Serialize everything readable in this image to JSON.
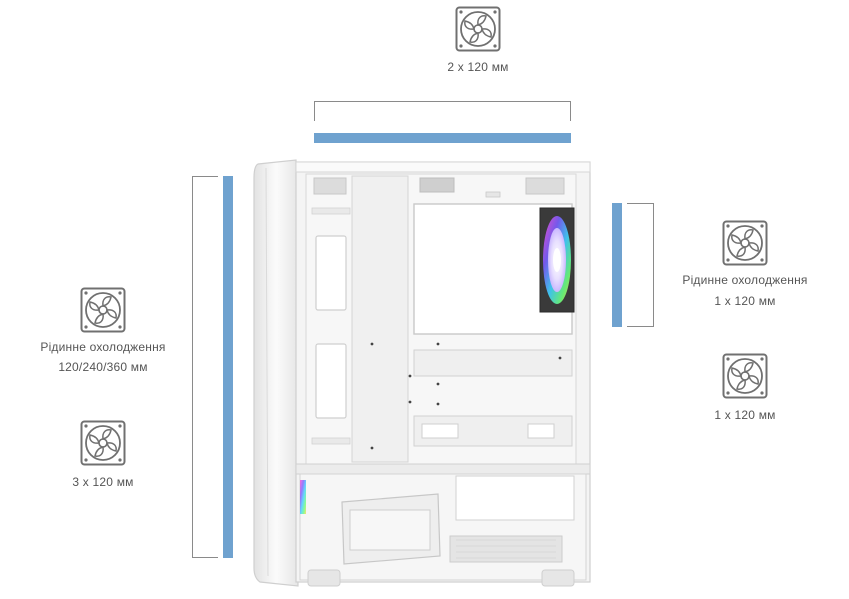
{
  "colors": {
    "accent_bar": "#6fa2cf",
    "bracket": "#8a8a8a",
    "icon": "#707070",
    "text": "#555555",
    "case_body": "#f3f3f3",
    "case_edge": "#d2d2d2"
  },
  "icons": {
    "top_fan": "fan-icon",
    "side_radiator_fan": "fan-icon",
    "side_front_fan": "fan-icon",
    "right_top_fan": "fan-icon",
    "right_bottom_fan": "fan-icon"
  },
  "labels": {
    "top": "2 x 120 мм",
    "left_radiator_line1": "Рідинне охолодження",
    "left_radiator_line2": "120/240/360 мм",
    "left_fans": "3 x 120 мм",
    "right_radiator_line1": "Рідинне охолодження",
    "right_radiator_line2": "1 x 120 мм",
    "right_fans": "1 x 120 мм"
  }
}
